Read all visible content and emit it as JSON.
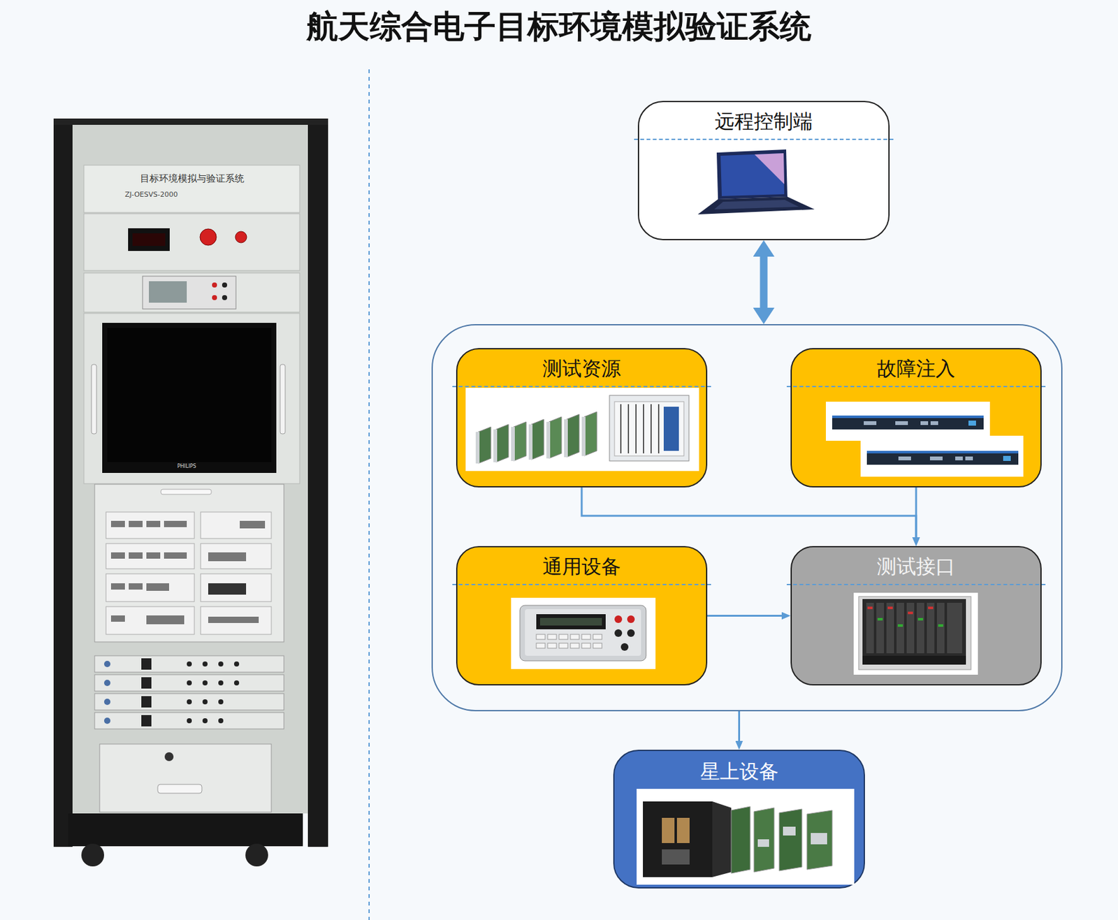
{
  "diagram": {
    "title": "航天综合电子目标环境模拟验证系统",
    "nodes": [
      {
        "text": [
          "远程控制端"
        ]
      },
      {
        "text": []
      },
      {
        "text": [
          "测试资源"
        ],
        "in": 1
      },
      {
        "text": [
          "故障注入"
        ],
        "in": 1
      },
      {
        "text": [
          "通用设备"
        ],
        "in": 1
      },
      {
        "text": [
          "测试接口"
        ],
        "in": 1
      },
      {
        "text": [
          "星上设备"
        ]
      }
    ],
    "edges": [
      {
        "from": 0,
        "to": 1,
        "arrow": "both"
      },
      {
        "from": 2,
        "to": 5,
        "arrow": "to"
      },
      {
        "from": 3,
        "to": 5,
        "arrow": "to"
      },
      {
        "from": 4,
        "to": 5,
        "arrow": "to"
      },
      {
        "from": 1,
        "to": 6,
        "arrow": "to"
      }
    ],
    "labels": [
      "目标环境模拟与验证系统",
      "ZJ-OESVS-2000",
      "PHILIPS"
    ]
  }
}
